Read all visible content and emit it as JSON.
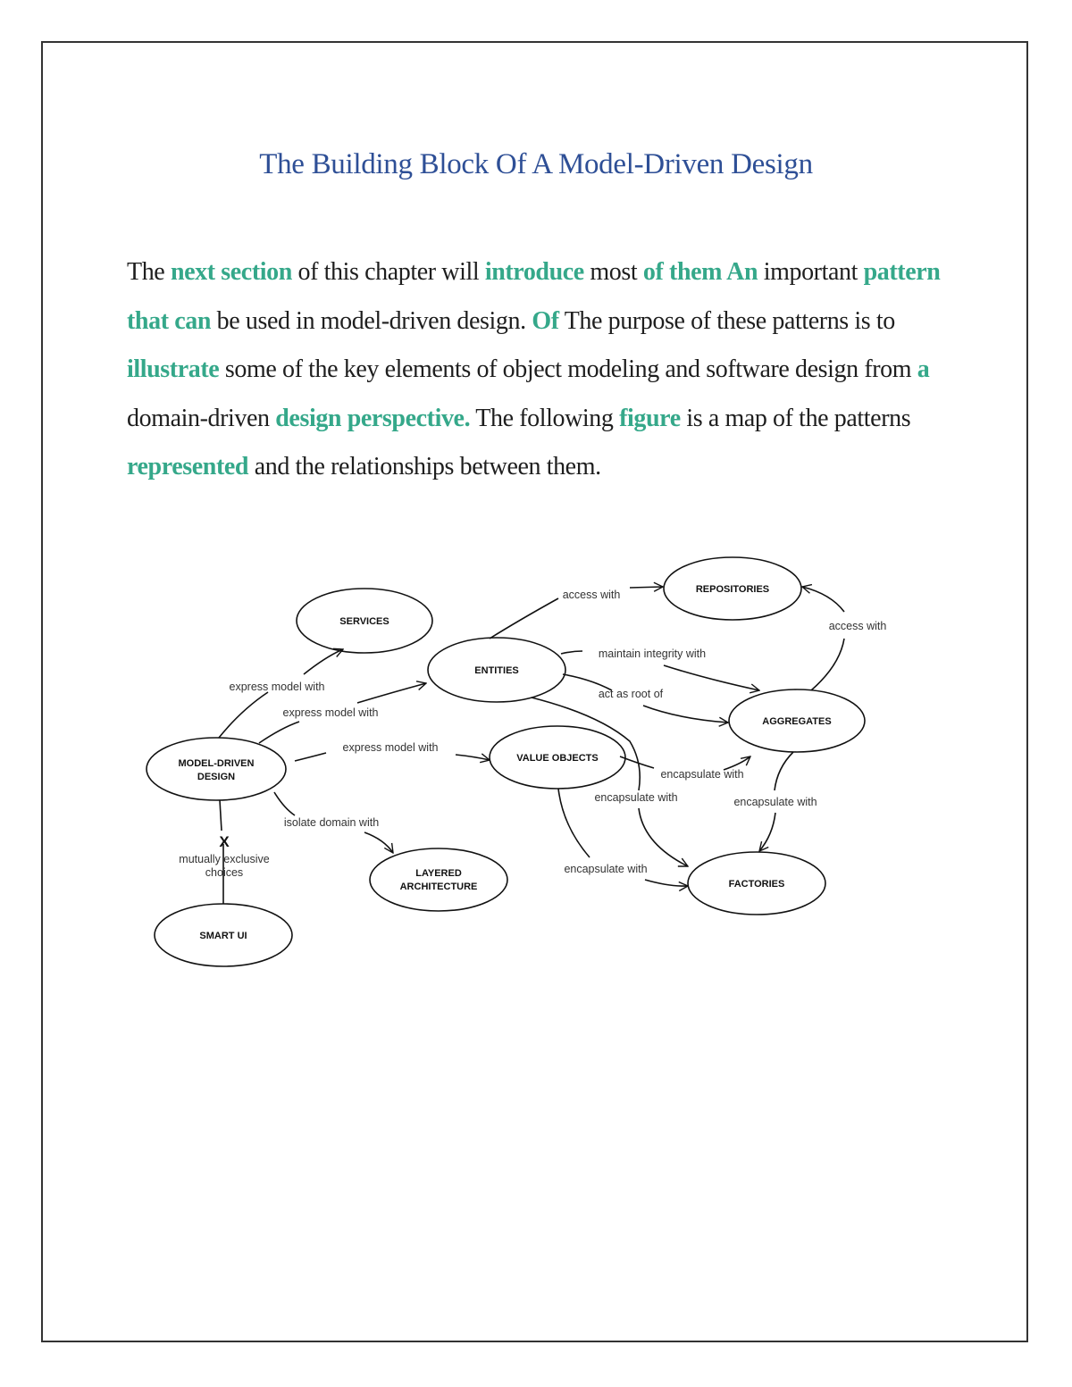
{
  "document": {
    "title": "The Building Block Of A Model-Driven Design",
    "colors": {
      "title": "#2e4f96",
      "highlight": "#35a88a",
      "text": "#1e1e1e",
      "border": "#333333"
    },
    "paragraph": [
      {
        "t": "The ",
        "h": false
      },
      {
        "t": "next section",
        "h": true
      },
      {
        "t": " of this chapter will ",
        "h": false
      },
      {
        "t": "introduce",
        "h": true
      },
      {
        "t": " most ",
        "h": false
      },
      {
        "t": "of them An",
        "h": true
      },
      {
        "t": " important ",
        "h": false
      },
      {
        "t": "pattern that can",
        "h": true
      },
      {
        "t": " be used in model-driven design. ",
        "h": false
      },
      {
        "t": "Of",
        "h": true
      },
      {
        "t": " The purpose of these patterns is to ",
        "h": false
      },
      {
        "t": "illustrate",
        "h": true
      },
      {
        "t": " some of the key elements of object modeling and software design from ",
        "h": false
      },
      {
        "t": "a",
        "h": true
      },
      {
        "t": " domain-driven ",
        "h": false
      },
      {
        "t": "design perspective.",
        "h": true
      },
      {
        "t": " The following ",
        "h": false
      },
      {
        "t": "figure",
        "h": true
      },
      {
        "t": " is a map of the patterns ",
        "h": false
      },
      {
        "t": "represented",
        "h": true
      },
      {
        "t": " and the relationships between them.",
        "h": false
      }
    ]
  },
  "diagram": {
    "nodes": {
      "services": "SERVICES",
      "entities": "ENTITIES",
      "repositories": "REPOSITORIES",
      "aggregates": "AGGREGATES",
      "model_driven_1": "MODEL-DRIVEN",
      "model_driven_2": "DESIGN",
      "value_objects": "VALUE OBJECTS",
      "layered_1": "LAYERED",
      "layered_2": "ARCHITECTURE",
      "factories": "FACTORIES",
      "smart_ui": "SMART UI"
    },
    "edges": {
      "mdd_services": "express model with",
      "mdd_entities": "express model with",
      "mdd_value_objects": "express model with",
      "mdd_layered": "isolate domain with",
      "mutually_marker": "X",
      "mutually_1": "mutually exclusive",
      "mutually_2": "choices",
      "entities_repositories": "access with",
      "aggregates_repositories": "access with",
      "entities_aggregates_integrity": "maintain integrity with",
      "entities_aggregates_root": "act as root of",
      "vo_aggregates": "encapsulate with",
      "entities_factories": "encapsulate with",
      "aggregates_factories": "encapsulate with",
      "vo_factories": "encapsulate with"
    }
  }
}
